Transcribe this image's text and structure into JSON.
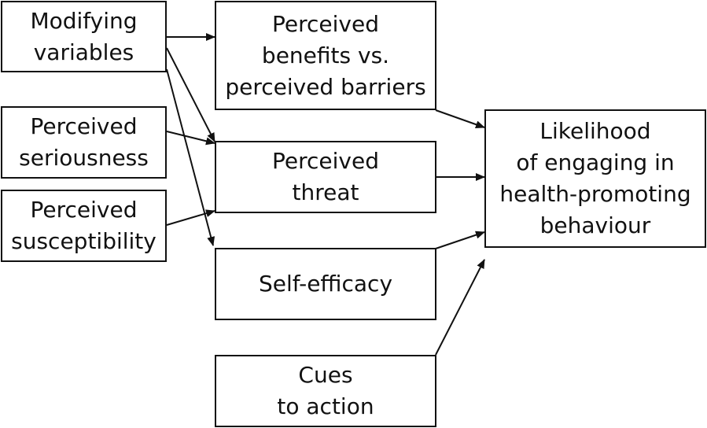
{
  "diagram": {
    "nodes": {
      "modifying_variables": {
        "label": "Modifying\nvariables"
      },
      "perceived_seriousness": {
        "label": "Perceived\nseriousness"
      },
      "perceived_susceptibility": {
        "label": "Perceived\nsusceptibility"
      },
      "perceived_benefits": {
        "label": "Perceived\nbenefits vs.\nperceived barriers"
      },
      "perceived_threat": {
        "label": "Perceived\nthreat"
      },
      "self_efficacy": {
        "label": "Self-efficacy"
      },
      "cues_to_action": {
        "label": "Cues\nto action"
      },
      "likelihood": {
        "label": "Likelihood\nof engaging in\nhealth-promoting\nbehaviour"
      }
    },
    "edges": [
      {
        "from": "modifying_variables",
        "to": "perceived_benefits"
      },
      {
        "from": "modifying_variables",
        "to": "perceived_threat"
      },
      {
        "from": "modifying_variables",
        "to": "self_efficacy"
      },
      {
        "from": "perceived_seriousness",
        "to": "perceived_threat"
      },
      {
        "from": "perceived_susceptibility",
        "to": "perceived_threat"
      },
      {
        "from": "perceived_benefits",
        "to": "likelihood"
      },
      {
        "from": "perceived_threat",
        "to": "likelihood"
      },
      {
        "from": "self_efficacy",
        "to": "likelihood"
      },
      {
        "from": "cues_to_action",
        "to": "likelihood"
      }
    ]
  }
}
